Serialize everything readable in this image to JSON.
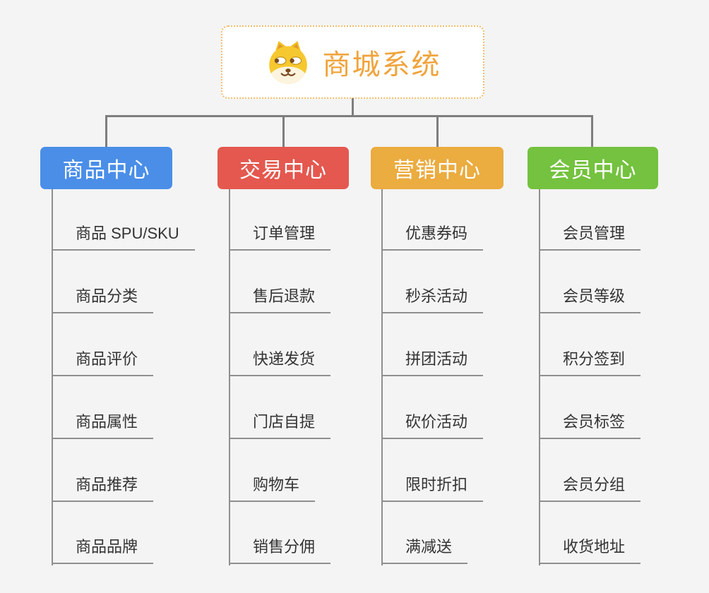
{
  "root": {
    "title": "商城系统",
    "icon": "dog-face-icon"
  },
  "colors": {
    "background": "#f4f4f4",
    "root_border": "#f4bc6a",
    "root_text": "#f0a43c",
    "connector_line": "#7e7e7e",
    "leaf_underline": "#8f8f8f",
    "leaf_text": "#333333",
    "branch_text": "#ffffff"
  },
  "branches": [
    {
      "label": "商品中心",
      "color": "#4a8ee8",
      "items": [
        "商品 SPU/SKU",
        "商品分类",
        "商品评价",
        "商品属性",
        "商品推荐",
        "商品品牌"
      ]
    },
    {
      "label": "交易中心",
      "color": "#e4584f",
      "items": [
        "订单管理",
        "售后退款",
        "快递发货",
        "门店自提",
        "购物车",
        "销售分佣"
      ]
    },
    {
      "label": "营销中心",
      "color": "#ebac40",
      "items": [
        "优惠券码",
        "秒杀活动",
        "拼团活动",
        "砍价活动",
        "限时折扣",
        "满减送"
      ]
    },
    {
      "label": "会员中心",
      "color": "#74c23f",
      "items": [
        "会员管理",
        "会员等级",
        "积分签到",
        "会员标签",
        "会员分组",
        "收货地址"
      ]
    }
  ]
}
